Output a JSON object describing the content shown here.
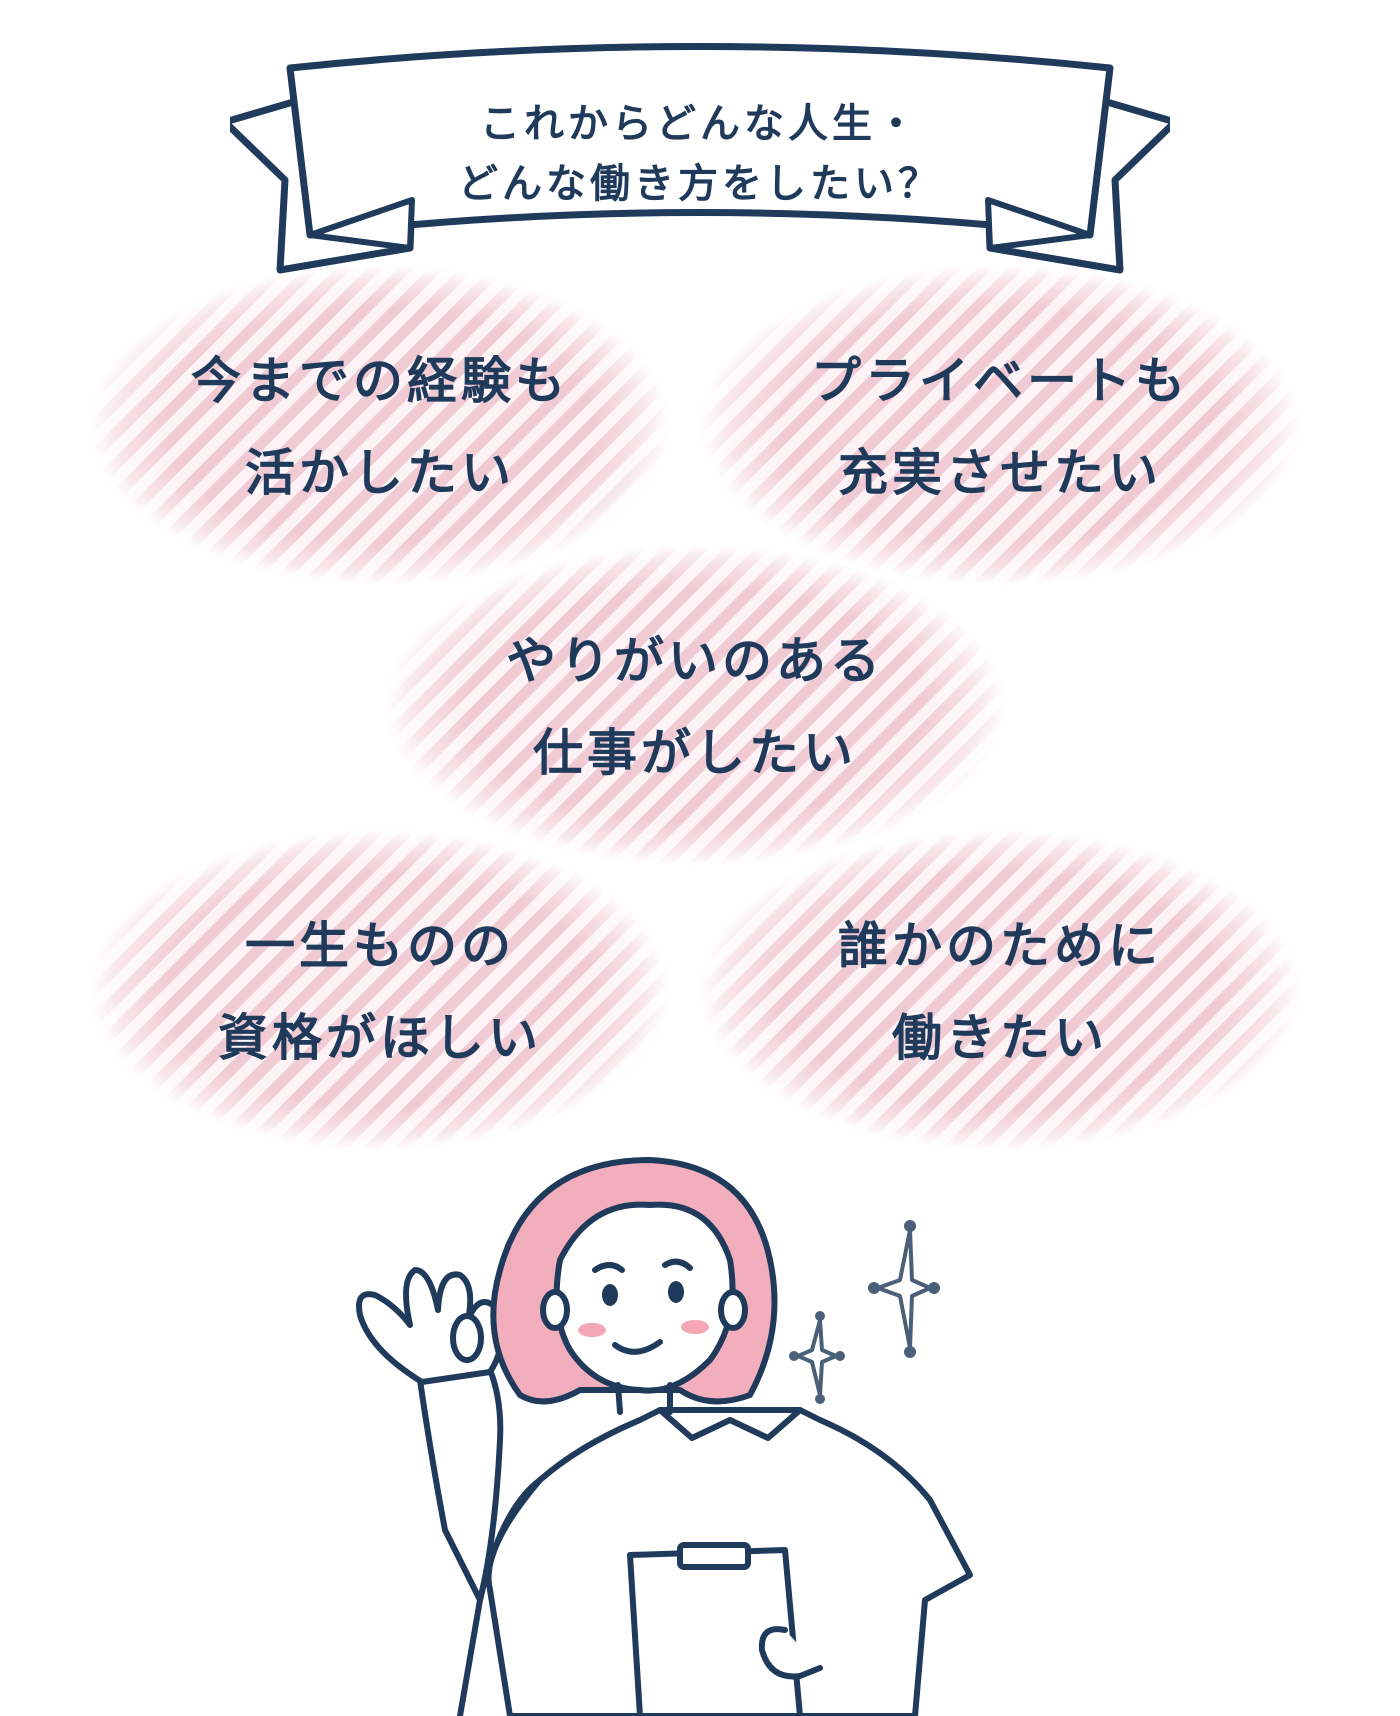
{
  "heading": {
    "lines": [
      "これからどんな人生・",
      "どんな働き方をしたい？"
    ]
  },
  "wishes": [
    {
      "lines": [
        "今までの経験も",
        "活かしたい"
      ]
    },
    {
      "lines": [
        "プライベートも",
        "充実させたい"
      ]
    },
    {
      "lines": [
        "やりがいのある",
        "仕事がしたい"
      ]
    },
    {
      "lines": [
        "一生ものの",
        "資格がほしい"
      ]
    },
    {
      "lines": [
        "誰かのために",
        "働きたい"
      ]
    }
  ],
  "colors": {
    "text": "#1f3a5a",
    "ribbon_outline": "#1f3a5a",
    "bubble_stripe": "#f0c8d2",
    "hair": "#f2aebd",
    "cheek": "#f4a7b5",
    "sparkle": "#4a6078"
  },
  "illustration": {
    "subject": "nurse-with-ok-sign",
    "decorations": [
      "sparkle-icon",
      "sparkle-icon"
    ]
  }
}
